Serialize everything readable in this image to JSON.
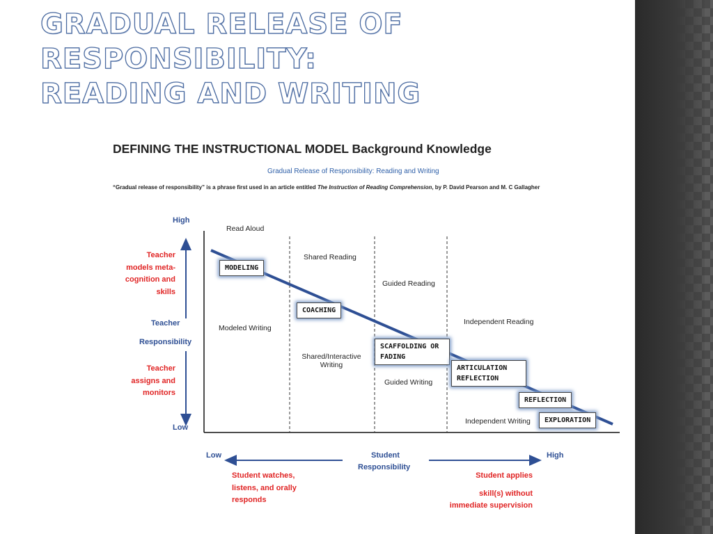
{
  "slide": {
    "title_lines": [
      "GRADUAL RELEASE OF",
      "RESPONSIBILITY:",
      "READING AND WRITING"
    ]
  },
  "figure": {
    "heading": "DEFINING THE INSTRUCTIONAL MODEL Background Knowledge",
    "subheading": "Gradual Release of Responsibility: Reading and Writing",
    "quote_pre": "“Gradual release of responsibility” is a phrase first used in an article entitled",
    "quote_title": "The Instruction of Reading Comprehension",
    "quote_post": ", by P. David Pearson and M. C Gallagher",
    "y_axis": {
      "high": "High",
      "low": "Low",
      "label_line1": "Teacher",
      "label_line2": "Responsibility",
      "upper_note": [
        "Teacher",
        "models meta-",
        "cognition and",
        "skills"
      ],
      "lower_note": [
        "Teacher",
        "assigns and",
        "monitors"
      ]
    },
    "x_axis": {
      "low": "Low",
      "high": "High",
      "label_line1": "Student",
      "label_line2": "Responsibility",
      "left_note": [
        "Student watches,",
        "listens, and orally",
        "responds"
      ],
      "right_note": [
        "Student applies",
        "skill(s) without",
        "immediate supervision"
      ]
    },
    "reading_stages": [
      "Read Aloud",
      "Shared Reading",
      "Guided Reading",
      "Independent Reading"
    ],
    "writing_stages": [
      "Modeled Writing",
      "Shared/Interactive Writing",
      "Guided Writing",
      "Independent Writing"
    ],
    "phases": [
      "MODELING",
      "COACHING",
      "SCAFFOLDING OR FADING",
      "ARTICULATION REFLECTION",
      "REFLECTION",
      "EXPLORATION"
    ],
    "colors": {
      "axis_blue": "#2e4f94",
      "note_red": "#e02424",
      "title_outline": "#4a6aa0",
      "box_glow": "#7d9bc8"
    }
  }
}
